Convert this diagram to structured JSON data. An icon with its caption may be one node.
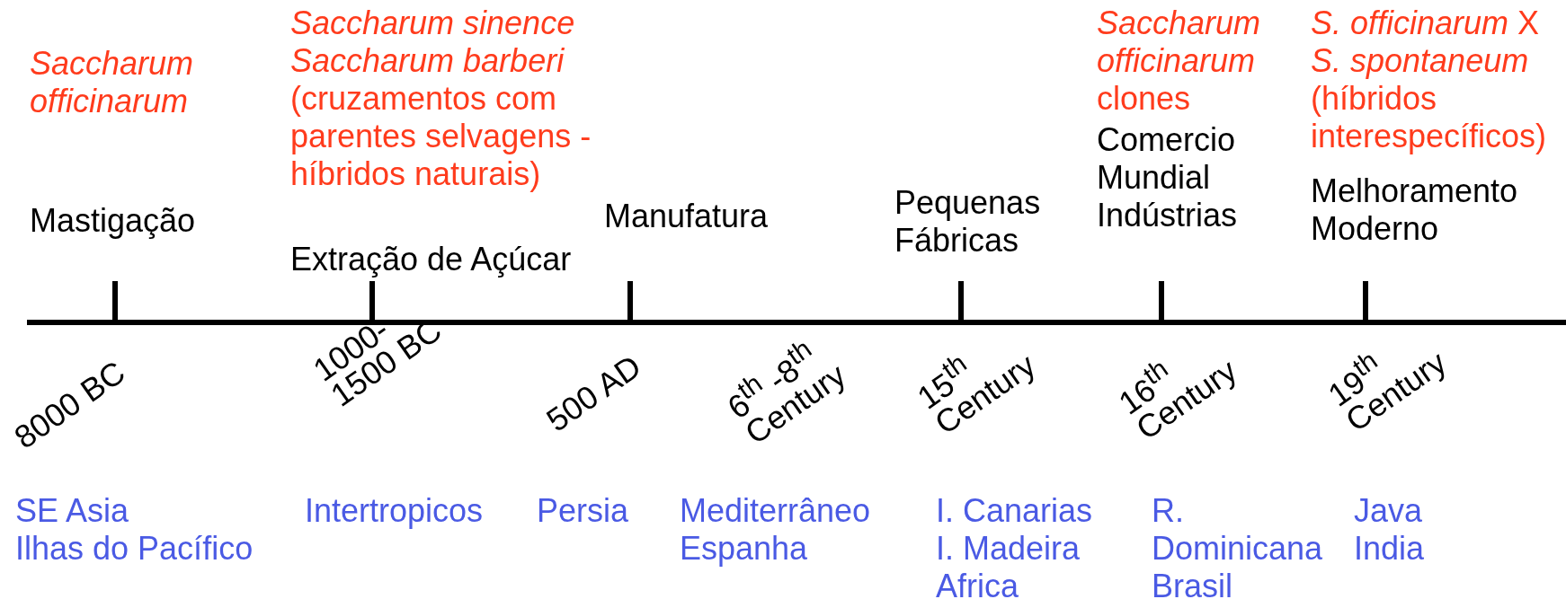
{
  "diagram": {
    "labels": [
      "Saccharum officinarum",
      "Mastigação",
      "Saccharum sinence",
      "Saccharum barberi",
      "(cruzamentos com parentes selvagens - híbridos naturais)",
      "Extração de Açúcar",
      "Manufatura",
      "Pequenas Fábricas",
      "*Saccharum officinarum* clones",
      "Comercio Mundial",
      "Indústrias",
      "*S. officinarum* X *S. spontaneum*",
      "(híbridos interespecíficos)",
      "Melhoramento Moderno",
      "8000 BC",
      "1000- 1500 BC",
      "500 AD",
      "6$^{th}$ -8$^{th}$ Century",
      "15$^{th}$ Century",
      "16$^{th}$ Century",
      "19$^{th}$ Century",
      "SE Asia",
      "Ilhas do Pacífico",
      "Intertropicos",
      "Persia",
      "Mediterrâneo",
      "Espanha",
      "I. Canarias",
      "I. Madeira",
      "Africa",
      "R. Dominicana",
      "Brasil",
      "Java",
      "India"
    ]
  }
}
